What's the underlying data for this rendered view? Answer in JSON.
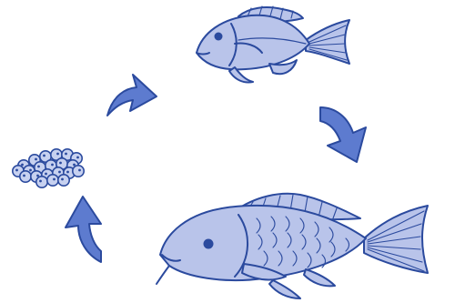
{
  "diagram": {
    "type": "life-cycle",
    "stages": [
      {
        "id": "eggs",
        "icon": "fish-eggs-icon"
      },
      {
        "id": "juvenile",
        "icon": "juvenile-fish-icon"
      },
      {
        "id": "adult",
        "icon": "adult-carp-icon"
      }
    ],
    "arrows": [
      {
        "from": "eggs",
        "to": "juvenile",
        "icon": "curved-arrow-icon"
      },
      {
        "from": "juvenile",
        "to": "adult",
        "icon": "curved-arrow-icon"
      },
      {
        "from": "adult",
        "to": "eggs",
        "icon": "curved-arrow-icon"
      }
    ]
  },
  "colors": {
    "outline": "#2b4a9e",
    "fish_fill": "#b9c4ea",
    "arrow_fill": "#5d7bcf",
    "egg_fill": "#c7d1f0",
    "background": "#ffffff"
  }
}
